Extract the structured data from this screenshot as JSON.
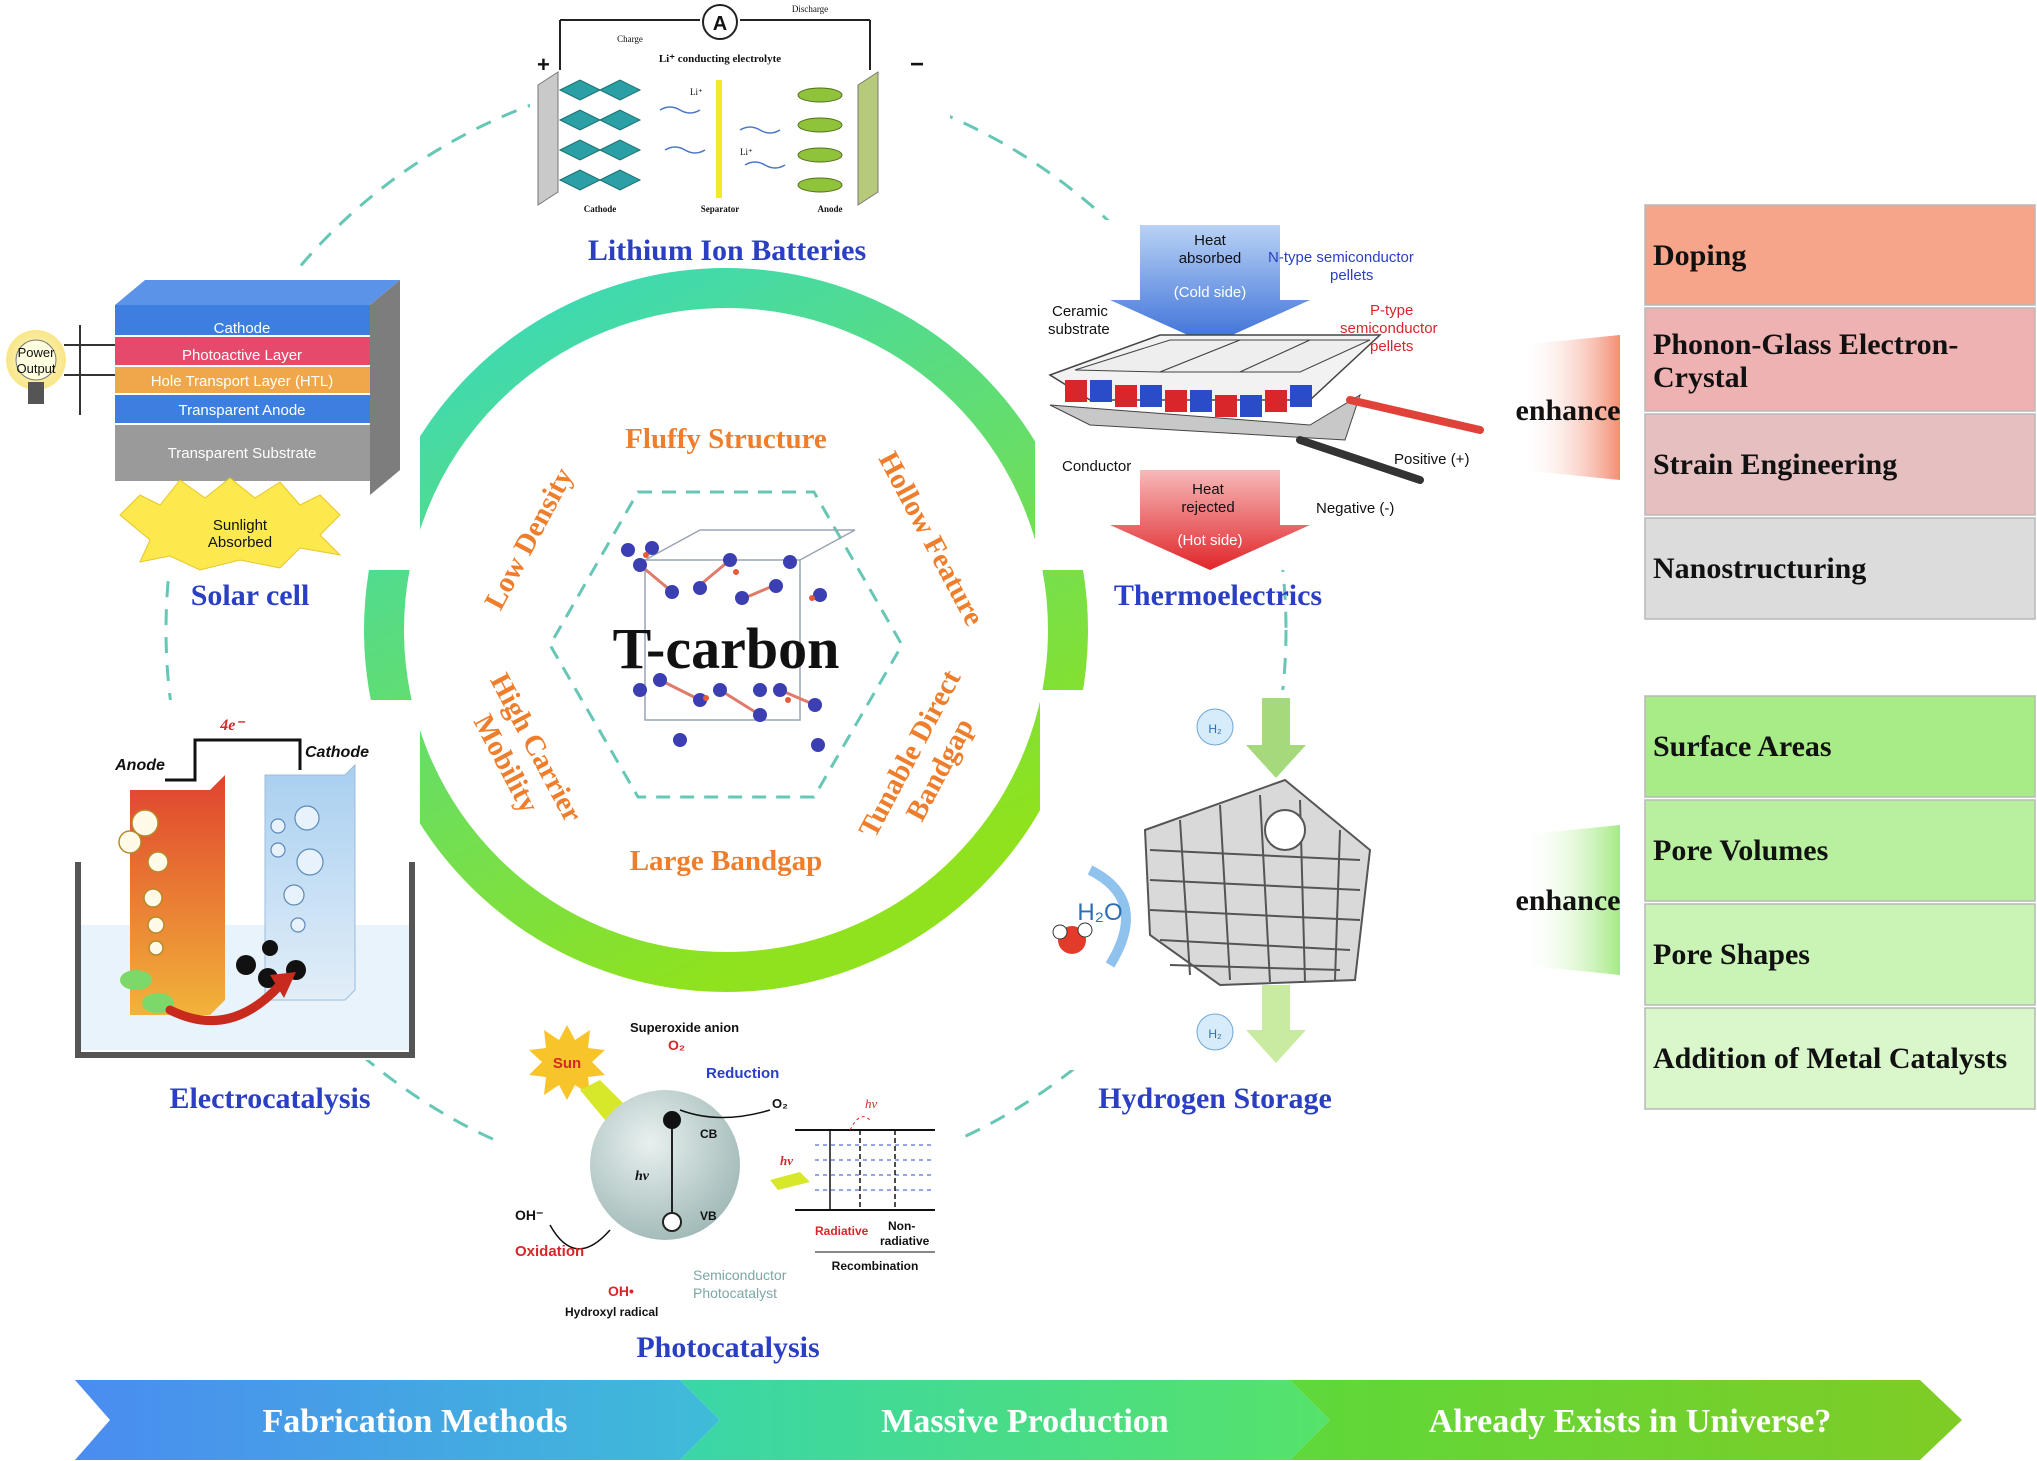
{
  "center": {
    "title": "T-carbon",
    "properties": {
      "top": "Fluffy Structure",
      "upper_right": "Hollow Feature",
      "lower_right": "Tunable Direct Bandgap",
      "lower_right_line1": "Tunable Direct",
      "lower_right_line2": "Bandgap",
      "bottom": "Large Bandgap",
      "lower_left": "High Carrier Mobility",
      "lower_left_line1": "High Carrier",
      "lower_left_line2": "Mobility",
      "upper_left": "Low Density"
    }
  },
  "applications": {
    "batteries": "Lithium Ion Batteries",
    "thermo": "Thermoelectrics",
    "hydrogen": "Hydrogen Storage",
    "photo": "Photocatalysis",
    "electro": "Electrocatalysis",
    "solar": "Solar cell"
  },
  "battery_panel": {
    "ammeter": "A",
    "discharge": "Discharge",
    "charge": "Charge",
    "electrolyte": "Li⁺ conducting electrolyte",
    "plus": "+",
    "minus": "−",
    "cathode": "Cathode",
    "separator": "Separator",
    "anode": "Anode",
    "ion": "Li⁺"
  },
  "solar_panel": {
    "layers": [
      "Cathode",
      "Photoactive Layer",
      "Hole Transport Layer (HTL)",
      "Transparent Anode",
      "Transparent Substrate"
    ],
    "power_line1": "Power",
    "power_line2": "Output",
    "sun_line1": "Sunlight",
    "sun_line2": "Absorbed"
  },
  "thermo_panel": {
    "heat_in_line1": "Heat",
    "heat_in_line2": "absorbed",
    "cold": "(Cold side)",
    "n_type_line1": "N-type semiconductor",
    "n_type_line2": "pellets",
    "p_type_line1": "P-type",
    "p_type_line2": "semiconductor",
    "p_type_line3": "pellets",
    "ceramic_line1": "Ceramic",
    "ceramic_line2": "substrate",
    "conductor": "Conductor",
    "positive": "Positive (+)",
    "negative": "Negative (-)",
    "heat_out_line1": "Heat",
    "heat_out_line2": "rejected",
    "hot": "(Hot side)"
  },
  "electro_panel": {
    "electrons": "4e⁻",
    "anode": "Anode",
    "cathode": "Cathode"
  },
  "photo_panel": {
    "sun": "Sun",
    "superoxide": "Superoxide anion",
    "reduction": "Reduction",
    "o2": "O₂",
    "cb": "CB",
    "vb": "VB",
    "hv": "hν",
    "oh_minus": "OH⁻",
    "oxidation": "Oxidation",
    "oh_radical": "OH•",
    "hydroxyl": "Hydroxyl radical",
    "semi_line1": "Semiconductor",
    "semi_line2": "Photocatalyst",
    "radiative": "Radiative",
    "nonrad_line1": "Non-",
    "nonrad_line2": "radiative",
    "recombination": "Recombination"
  },
  "hydrogen_panel": {
    "h2": "H₂",
    "h2o": "H₂O"
  },
  "enhance_top": {
    "label": "enhance",
    "items": [
      "Doping",
      "Phonon-Glass Electron-Crystal",
      "Strain Engineering",
      "Nanostructuring"
    ],
    "item2_line1": "Phonon-Glass Electron-",
    "item2_line2": "Crystal",
    "colors": [
      "#f6a58a",
      "#eeb2b2",
      "#e6c0c0",
      "#dcdcdc"
    ]
  },
  "enhance_bottom": {
    "label": "enhance",
    "items": [
      "Surface Areas",
      "Pore Volumes",
      "Pore Shapes",
      "Addition of Metal Catalysts"
    ],
    "colors": [
      "#a8ec88",
      "#b9f09f",
      "#c9f4b6",
      "#daf7cc"
    ]
  },
  "challenges": [
    "Fabrication Methods",
    "Massive Production",
    "Already Exists in Universe?"
  ],
  "colors": {
    "app_label": "#2b3fc4",
    "property": "#ef7e2c",
    "ring_start": "#34d8c5",
    "ring_end": "#8fe21d",
    "dashed": "#67c7b6"
  }
}
